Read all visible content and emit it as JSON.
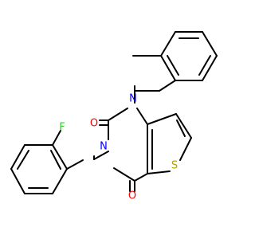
{
  "atoms": {
    "n1": {
      "symbol": "N",
      "color": "#0000ff"
    },
    "n3": {
      "symbol": "N",
      "color": "#0000ff"
    },
    "o2": {
      "symbol": "O",
      "color": "#ff0000"
    },
    "o4": {
      "symbol": "O",
      "color": "#ff0000"
    },
    "s": {
      "symbol": "S",
      "color": "#b2a000"
    },
    "f": {
      "symbol": "F",
      "color": "#33cc33"
    }
  }
}
